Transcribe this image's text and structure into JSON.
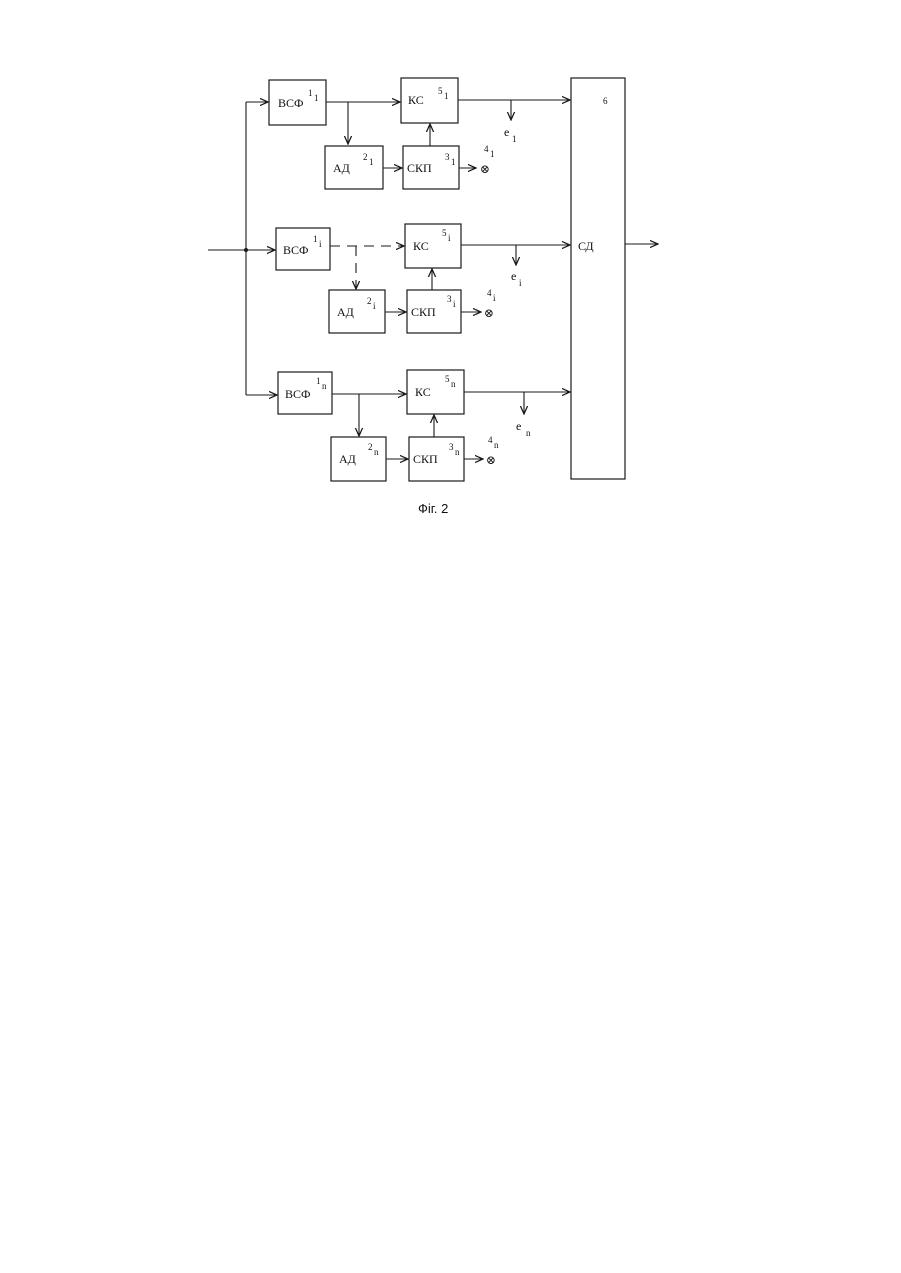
{
  "blocks": {
    "filter": "ВСФ",
    "detector": "АД",
    "comparator": "КС",
    "scp": "СКП",
    "decoder": "СД"
  },
  "rows": [
    {
      "filter_num": "1",
      "filter_sub": "1",
      "detector_num": "2",
      "detector_sub": "1",
      "scp_num": "3",
      "scp_sub": "1",
      "lamp_num": "4",
      "lamp_sub": "1",
      "comparator_num": "5",
      "comparator_sub": "1",
      "out_main": "e",
      "out_sub": "1"
    },
    {
      "filter_num": "1",
      "filter_sub": "i",
      "detector_num": "2",
      "detector_sub": "i",
      "scp_num": "3",
      "scp_sub": "i",
      "lamp_num": "4",
      "lamp_sub": "i",
      "comparator_num": "5",
      "comparator_sub": "i",
      "out_main": "e",
      "out_sub": "i"
    },
    {
      "filter_num": "1",
      "filter_sub": "n",
      "detector_num": "2",
      "detector_sub": "n",
      "scp_num": "3",
      "scp_sub": "n",
      "lamp_num": "4",
      "lamp_sub": "n",
      "comparator_num": "5",
      "comparator_sub": "n",
      "out_main": "e",
      "out_sub": "n"
    }
  ],
  "decoder_num": "6",
  "lamp_symbol": "⊗",
  "caption": "Фіг. 2"
}
